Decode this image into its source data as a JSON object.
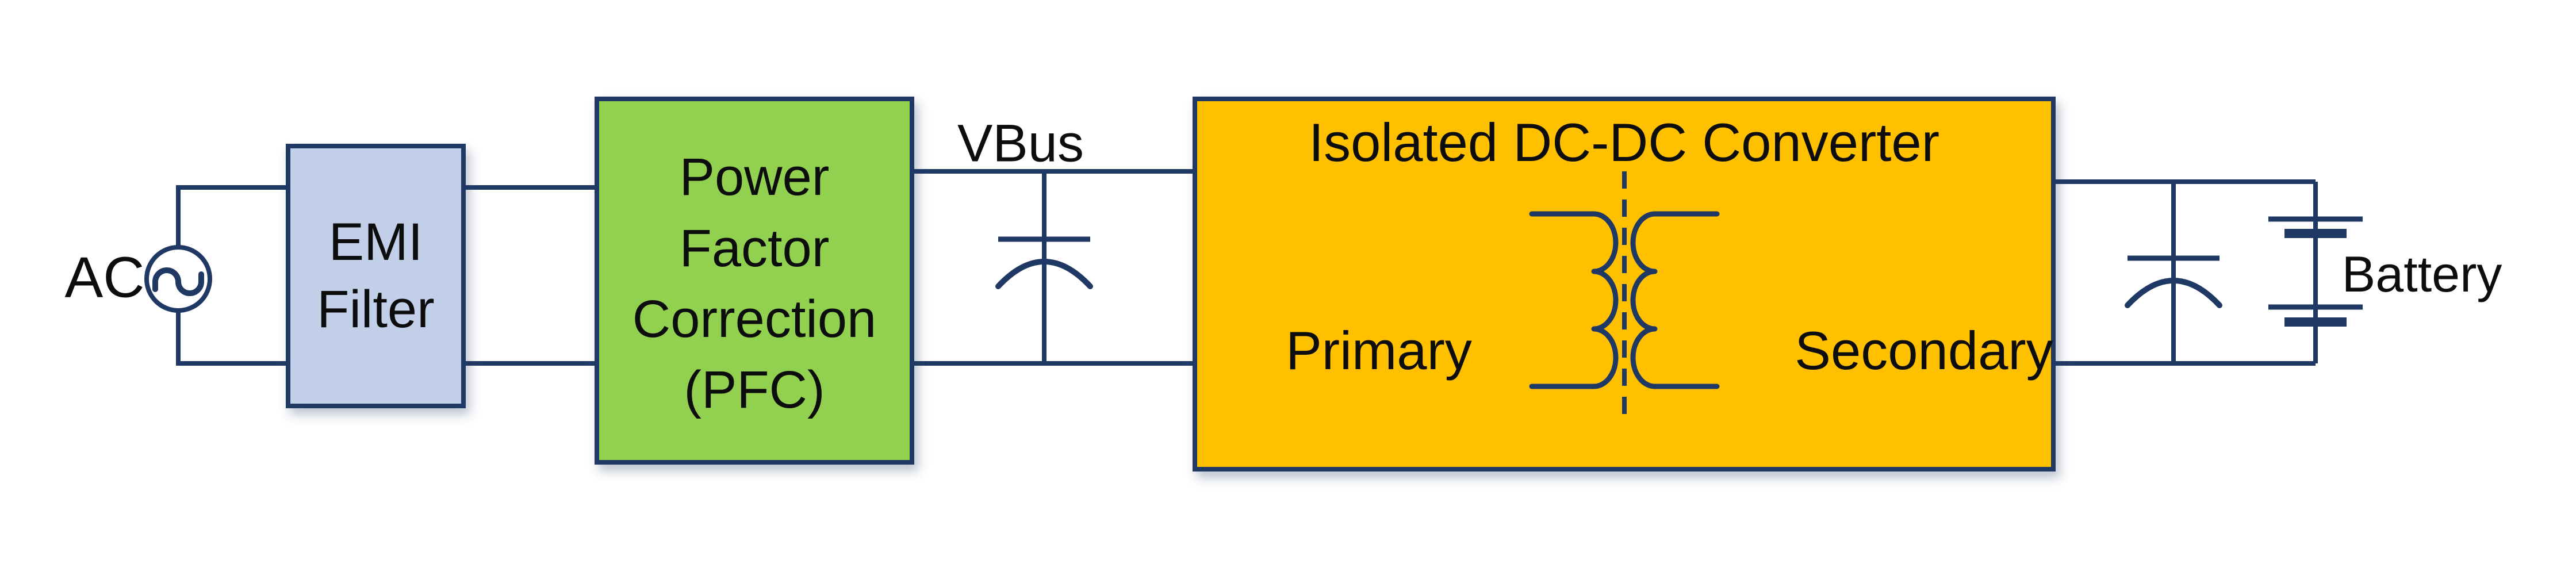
{
  "labels": {
    "source": "AC",
    "bus": "VBus",
    "load": "Battery"
  },
  "blocks": {
    "emi": {
      "lines": [
        "EMI",
        "Filter"
      ]
    },
    "pfc": {
      "lines": [
        "Power",
        "Factor",
        "Correction",
        "(PFC)"
      ]
    },
    "dcdc": {
      "title": "Isolated DC-DC Converter",
      "primary": "Primary",
      "secondary": "Secondary"
    }
  },
  "icons": {
    "ac_source": "sine-wave-in-circle",
    "bus_capacitor": "polarized-capacitor",
    "output_capacitor": "polarized-capacitor",
    "battery": "two-cell-battery",
    "transformer": "coupled-coils",
    "isolation": "vertical-dashed-line"
  },
  "colors": {
    "wire": "#1f3864",
    "text": "#0d0d0d",
    "emi_fill": "#c1d0e8",
    "pfc_fill": "#92d050",
    "dcdc_fill": "#ffc000",
    "background": "#ffffff"
  }
}
